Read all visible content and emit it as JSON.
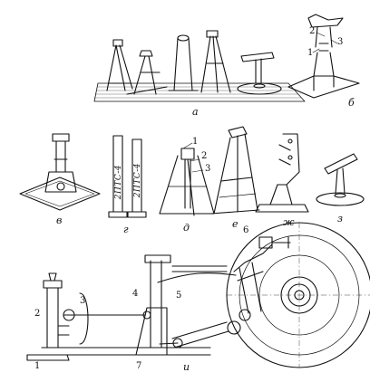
{
  "panels": {
    "a": "а",
    "b": "б",
    "v": "в",
    "g": "г",
    "d": "д",
    "e": "е",
    "zh": "ж",
    "z": "з",
    "i": "и"
  },
  "callouts": {
    "b": [
      "2",
      "1",
      "3"
    ],
    "d": [
      "1",
      "2",
      "3"
    ],
    "i": [
      "1",
      "2",
      "3",
      "4",
      "5",
      "6",
      "7"
    ]
  },
  "stand_marking": [
    "2ПТС-4",
    "2ПТС-4"
  ]
}
